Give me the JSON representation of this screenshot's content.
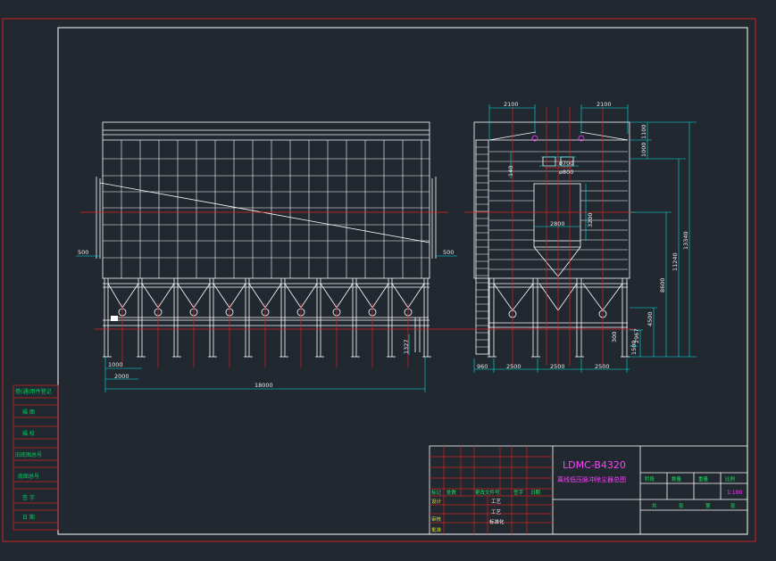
{
  "title_block": {
    "model": "LDMC-B4320",
    "subtitle": "离线低压脉冲除尘器总图",
    "scale": "1:100",
    "left_labels": [
      "借(通)用件登记",
      "描 图",
      "描 校",
      "旧底图总号",
      "底图总号",
      "签 字",
      "日 期"
    ],
    "mid_labels": [
      "标记",
      "处数",
      "更改文件号",
      "签字",
      "日期"
    ],
    "role_labels": [
      "设计",
      "审核",
      "批准"
    ],
    "proc_labels": [
      "工艺",
      "工艺",
      "标准化"
    ],
    "right_header": [
      "阶段",
      "数量",
      "重量",
      "比例"
    ],
    "right_bottom": [
      "共",
      "张",
      "第",
      "张"
    ]
  },
  "dimensions": {
    "front": {
      "overall": "18000",
      "d2000": "2000",
      "d1000": "1000",
      "left500": "500",
      "right500": "500",
      "d1327": "1327"
    },
    "side": {
      "top_left": "2100",
      "top_right": "2100",
      "d140": "140",
      "d700": "ø700",
      "d800": "ø800",
      "d2800": "2800",
      "d3200": "3200",
      "d1000": "1000",
      "d1100": "1100",
      "d13340": "13340",
      "d11240": "11240",
      "d8600": "8600",
      "d4500": "4500",
      "d2967": "2967",
      "d300": "300",
      "d1500": "1500",
      "b960": "960",
      "b2500a": "2500",
      "b2500b": "2500",
      "b2500c": "2500"
    }
  },
  "colors": {
    "background": "#212830",
    "border_red": "#d02020",
    "line_white": "#ffffff",
    "center_red": "#e02020",
    "dim_cyan": "#00e5e5",
    "accent_magenta": "#ff40ff",
    "text_green": "#20e060",
    "label_yellow": "#e0e020"
  }
}
